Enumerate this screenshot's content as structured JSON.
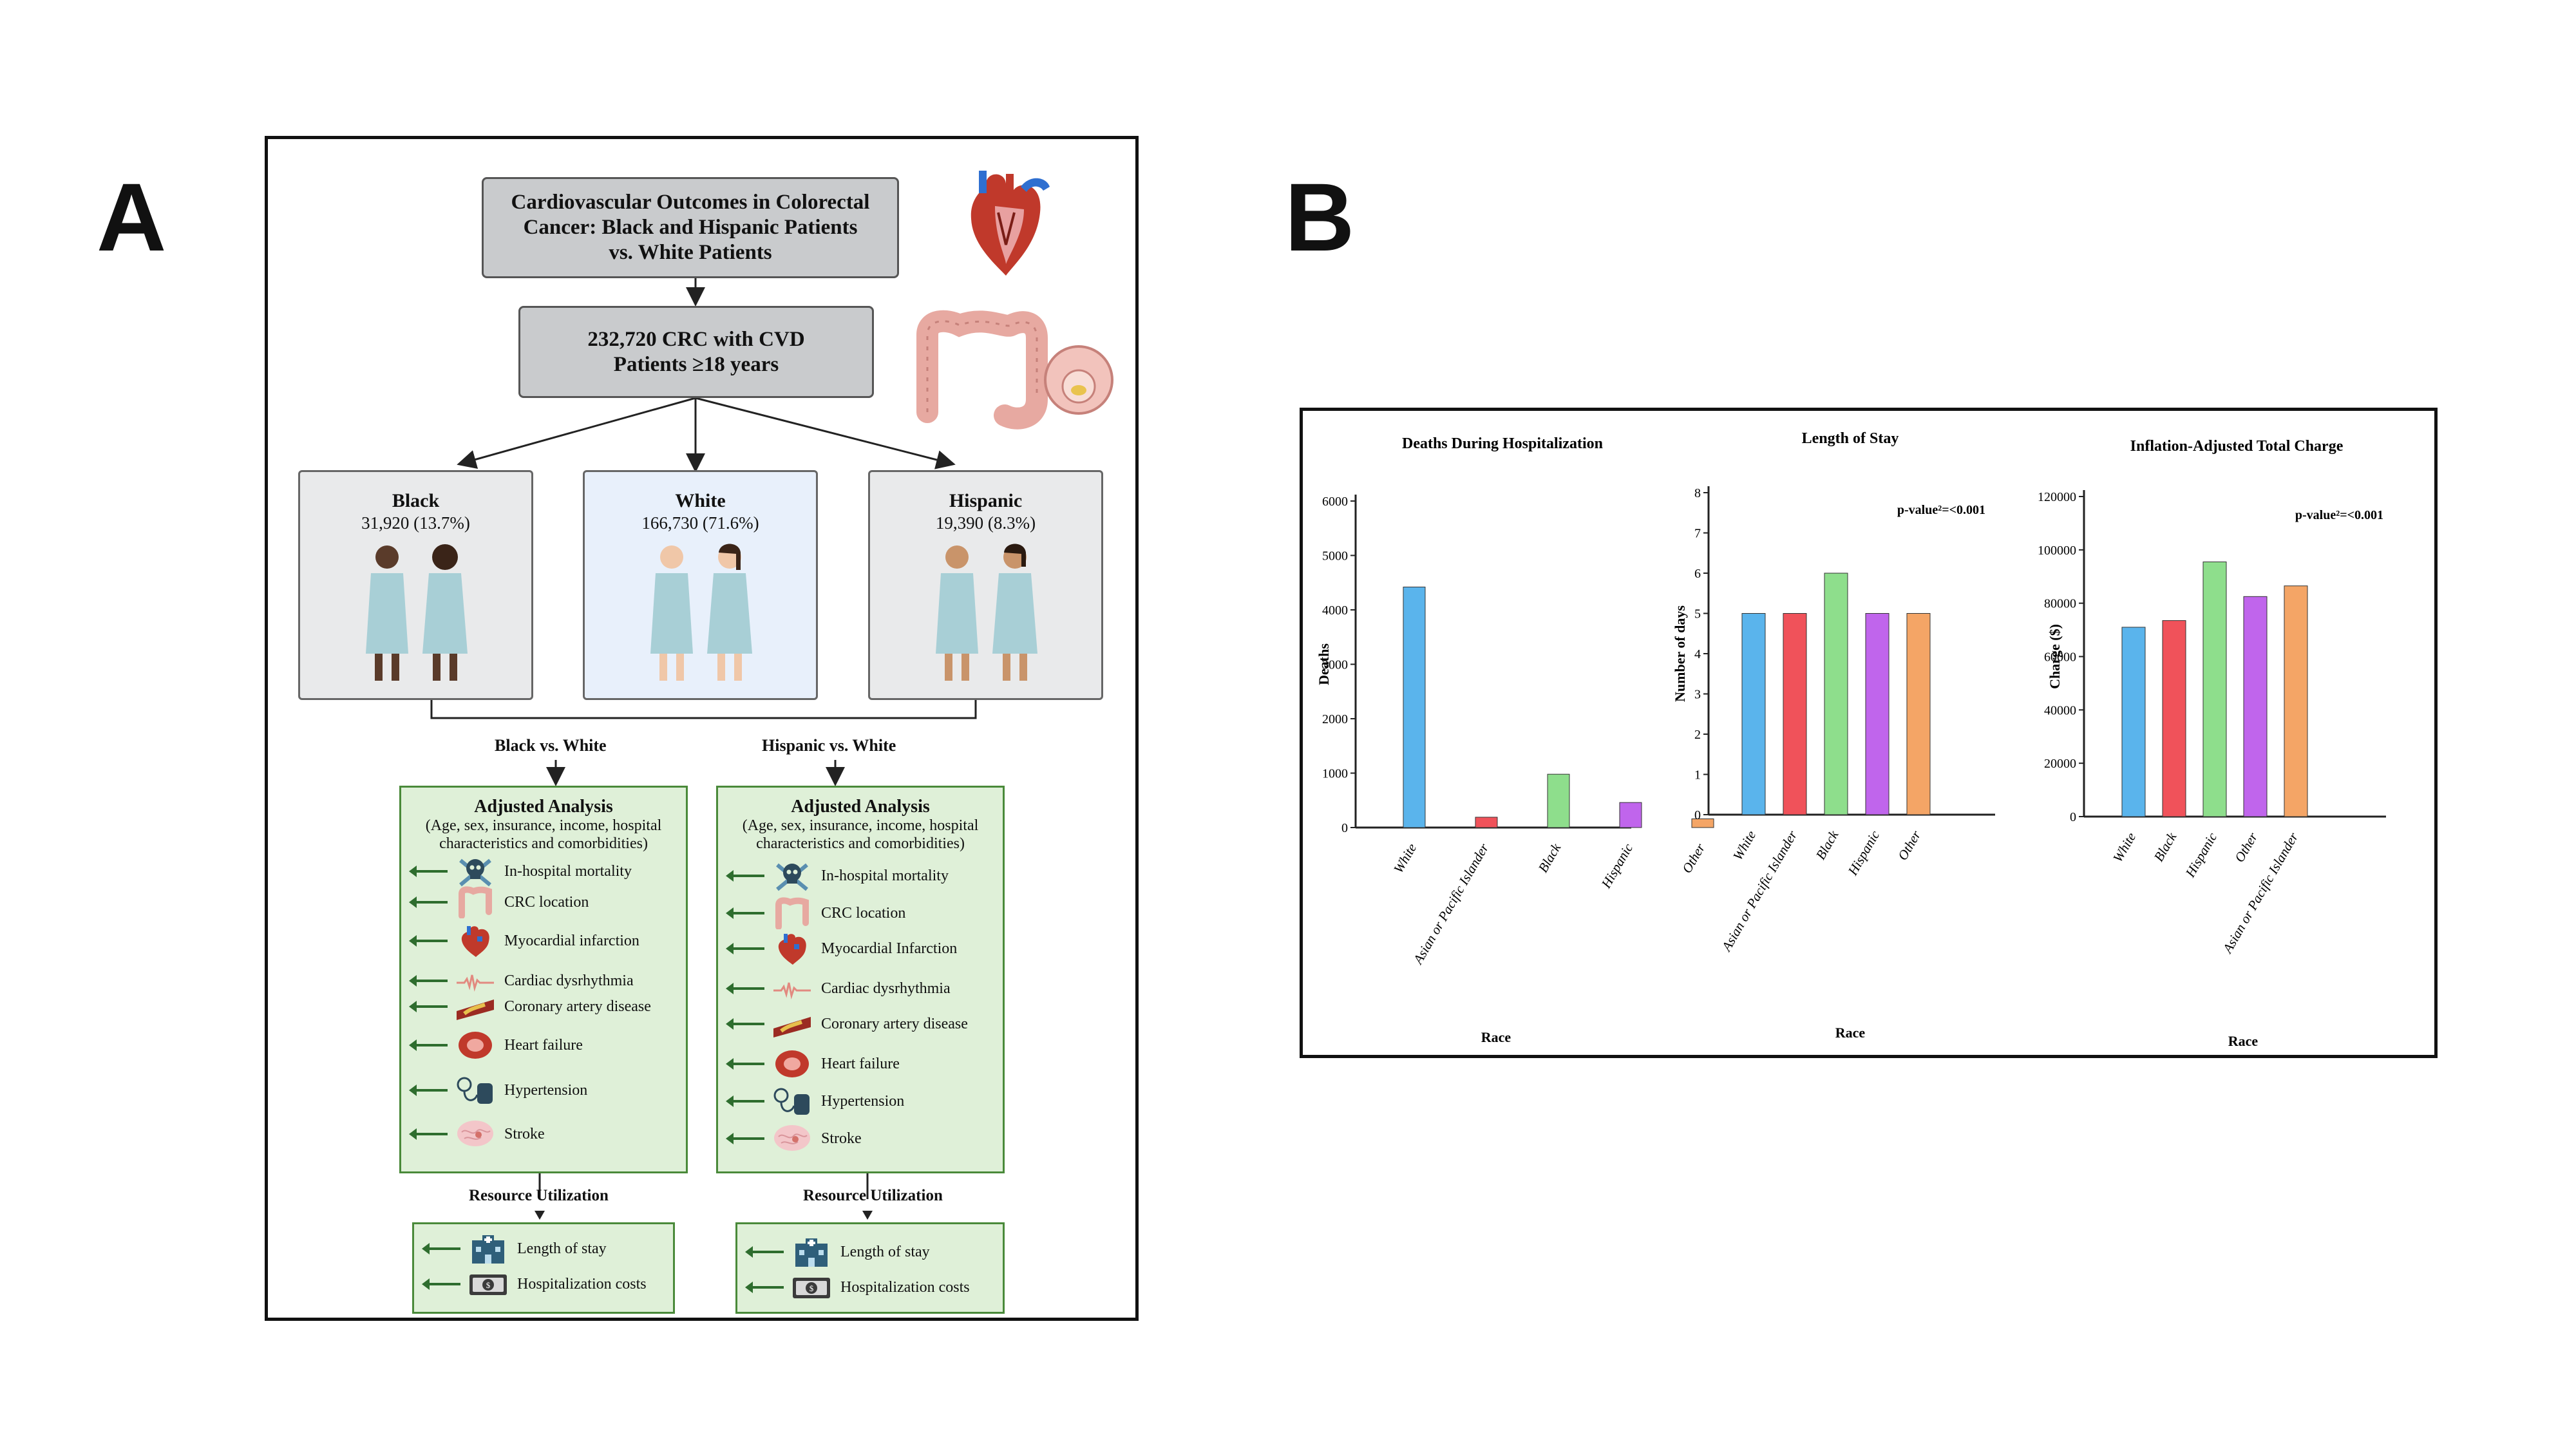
{
  "panel_a": {
    "letter": "A",
    "title": "Cardiovascular Outcomes in Colorectal Cancer: Black and Hispanic Patients vs. White Patients",
    "cohort_line1": "232,720 CRC with CVD",
    "cohort_line2": "Patients ≥18 years",
    "groups": [
      {
        "name": "Black",
        "count": "31,920 (13.7%)"
      },
      {
        "name": "White",
        "count": "166,730 (71.6%)"
      },
      {
        "name": "Hispanic",
        "count": "19,390 (8.3%)"
      }
    ],
    "comparison_left": "Black vs. White",
    "comparison_right": "Hispanic vs. White",
    "analysis_title": "Adjusted Analysis",
    "analysis_subtitle": "(Age, sex, insurance, income, hospital characteristics and comorbidities)",
    "outcomes_left": [
      {
        "label": "In-hospital mortality",
        "icon": "skull-icon"
      },
      {
        "label": "CRC location",
        "icon": "colon-icon"
      },
      {
        "label": "Myocardial infarction",
        "icon": "heart-icon"
      },
      {
        "label": "Cardiac dysrhythmia",
        "icon": "ecg-icon"
      },
      {
        "label": "Coronary artery disease",
        "icon": "artery-icon"
      },
      {
        "label": "Heart failure",
        "icon": "heart-failure-icon"
      },
      {
        "label": "Hypertension",
        "icon": "blood-pressure-icon"
      },
      {
        "label": "Stroke",
        "icon": "brain-icon"
      }
    ],
    "outcomes_right": [
      {
        "label": "In-hospital mortality",
        "icon": "skull-icon"
      },
      {
        "label": "CRC location",
        "icon": "colon-icon"
      },
      {
        "label": "Myocardial Infarction",
        "icon": "heart-icon"
      },
      {
        "label": "Cardiac dysrhythmia",
        "icon": "ecg-icon"
      },
      {
        "label": "Coronary artery disease",
        "icon": "artery-icon"
      },
      {
        "label": "Heart failure",
        "icon": "heart-failure-icon"
      },
      {
        "label": "Hypertension",
        "icon": "blood-pressure-icon"
      },
      {
        "label": "Stroke",
        "icon": "brain-icon"
      }
    ],
    "resource_title": "Resource Utilization",
    "resources": [
      {
        "label": "Length of stay",
        "icon": "hospital-icon"
      },
      {
        "label": "Hospitalization costs",
        "icon": "money-icon"
      }
    ],
    "colors": {
      "box_gray": "#c9cbcd",
      "white_group": "#e8f0fb",
      "green_fill": "#dff0d8",
      "green_border": "#4a8a3a",
      "arrow_green": "#2e6d2e"
    }
  },
  "panel_b": {
    "letter": "B"
  },
  "chart_data": [
    {
      "type": "bar",
      "title": "Deaths During Hospitalization",
      "xlabel": "Race",
      "ylabel": "Deaths",
      "categories": [
        "White",
        "Asian or Pacific Islander",
        "Black",
        "Hispanic",
        "Other"
      ],
      "values": [
        4420,
        190,
        980,
        460,
        160
      ],
      "colors": [
        "#5ab4ec",
        "#f0525a",
        "#8ede8c",
        "#c065ec",
        "#f4a566"
      ],
      "ylim": [
        0,
        6000
      ],
      "yticks": [
        "0",
        "1000",
        "2000",
        "3000",
        "4000",
        "5000",
        "6000"
      ],
      "annotation": ""
    },
    {
      "type": "bar",
      "title": "Length of Stay",
      "xlabel": "Race",
      "ylabel": "Number of days",
      "categories": [
        "White",
        "Asian or Pacific Islander",
        "Black",
        "Hispanic",
        "Other"
      ],
      "values": [
        5,
        5,
        6,
        5,
        5
      ],
      "colors": [
        "#5ab4ec",
        "#f0525a",
        "#8ede8c",
        "#c065ec",
        "#f4a566"
      ],
      "ylim": [
        0,
        8
      ],
      "yticks": [
        "0",
        "1",
        "2",
        "3",
        "4",
        "5",
        "6",
        "7",
        "8"
      ],
      "annotation": "p-value²=<0.001"
    },
    {
      "type": "bar",
      "title": "Inflation-Adjusted Total Charge",
      "xlabel": "Race",
      "ylabel": "Charge ($)",
      "categories": [
        "White",
        "Black",
        "Hispanic",
        "Other",
        "Asian or Pacific Islander"
      ],
      "values": [
        71000,
        73500,
        95500,
        82500,
        86500
      ],
      "colors": [
        "#5ab4ec",
        "#f0525a",
        "#8ede8c",
        "#c065ec",
        "#f4a566"
      ],
      "ylim": [
        0,
        120000
      ],
      "yticks": [
        "0",
        "20000",
        "40000",
        "60000",
        "80000",
        "100000",
        "120000"
      ],
      "annotation": "p-value²=<0.001"
    }
  ]
}
